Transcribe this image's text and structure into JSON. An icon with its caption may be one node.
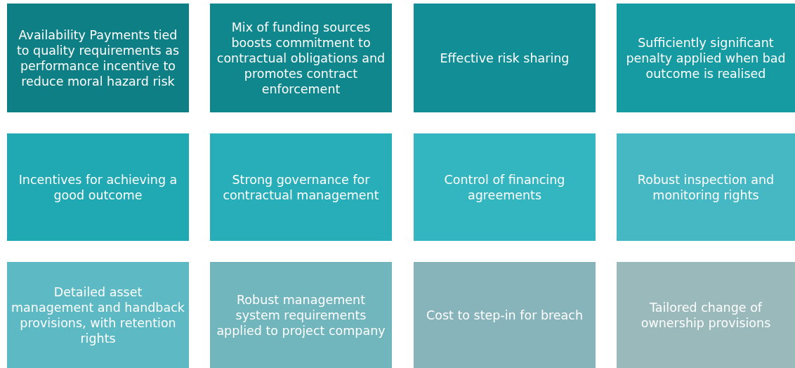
{
  "diagram": {
    "nodes": [
      {
        "text": [
          "Availability Payments tied to quality requirements as performance incentive to reduce moral hazard risk"
        ]
      },
      {
        "text": [
          "Mix of funding sources boosts commitment to contractual obligations and promotes contract enforcement"
        ]
      },
      {
        "text": [
          "Effective risk sharing"
        ]
      },
      {
        "text": [
          "Sufficiently significant penalty applied when bad outcome is realised"
        ]
      },
      {
        "text": [
          "Incentives for achieving a good outcome"
        ]
      },
      {
        "text": [
          "Strong governance for contractual management"
        ]
      },
      {
        "text": [
          "Control of financing agreements"
        ]
      },
      {
        "text": [
          "Robust inspection and monitoring rights"
        ]
      },
      {
        "text": [
          "Detailed asset management and handback provisions, with retention rights"
        ]
      },
      {
        "text": [
          "Robust management system requirements applied to project company"
        ]
      },
      {
        "text": [
          "Cost to step-in for breach"
        ]
      },
      {
        "text": [
          "Tailored change of ownership provisions"
        ]
      }
    ]
  }
}
